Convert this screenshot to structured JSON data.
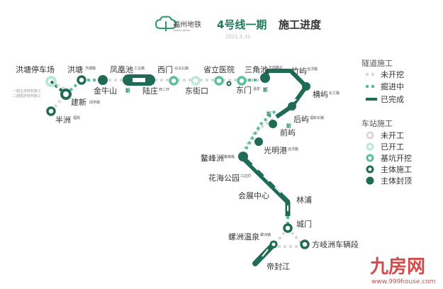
{
  "header": {
    "logo_text": "福州地铁",
    "logo_subtext": "FUZHOU METRO",
    "line_title": "4号线一期",
    "progress_title": "施工进度",
    "date": "2021.1.31"
  },
  "colors": {
    "completed": "#1f6b55",
    "tunneling": "#5cbf9c",
    "not_started": "#d9d9d9",
    "started": "#b9e8d8",
    "pit_excavation": "#5cbf9c",
    "main_structure": "#1f6b55"
  },
  "legend": {
    "tunnel_title": "隧道施工",
    "tunnel_items": [
      {
        "label": "未开挖",
        "status": "not-started"
      },
      {
        "label": "掘进中",
        "status": "tunneling"
      },
      {
        "label": "已完成",
        "status": "completed"
      }
    ],
    "station_title": "车站施工",
    "station_items": [
      {
        "label": "未开工",
        "status": "not-started"
      },
      {
        "label": "已开工",
        "status": "started"
      },
      {
        "label": "基坑开挖",
        "status": "pit-excavation"
      },
      {
        "label": "主体施工",
        "status": "main-structure"
      },
      {
        "label": "主体封顶",
        "status": "capped"
      }
    ]
  },
  "depot_note": [
    "一期主体结构施工",
    "二期围护结构施工"
  ],
  "new_tag": "新",
  "stations": [
    {
      "name": "洪塘停车场",
      "sub": "",
      "status": "started"
    },
    {
      "name": "洪塘",
      "sub": "洪塘路",
      "status": "main-structure"
    },
    {
      "name": "建新",
      "sub": "阔亭路",
      "status": "main-structure"
    },
    {
      "name": "半洲",
      "sub": "福院",
      "status": "main-structure"
    },
    {
      "name": "金牛山",
      "sub": "",
      "status": "capped"
    },
    {
      "name": "凤凰池",
      "sub": "工业路",
      "status": "capped"
    },
    {
      "name": "陆庄",
      "sub": "西二环",
      "status": "capped"
    },
    {
      "name": "西门",
      "sub": "白马北路",
      "status": "pit-excavation"
    },
    {
      "name": "东街口",
      "sub": "",
      "status": "started"
    },
    {
      "name": "省立医院",
      "sub": "",
      "status": "pit-excavation"
    },
    {
      "name": "东门",
      "sub": "温泉",
      "status": "pit-excavation"
    },
    {
      "name": "三角池",
      "sub": "五四路北",
      "status": "capped"
    },
    {
      "name": "竹屿",
      "sub": "远洋路",
      "status": "capped"
    },
    {
      "name": "横屿",
      "sub": "化工路",
      "status": "capped"
    },
    {
      "name": "后屿",
      "sub": "福新东路",
      "status": "capped"
    },
    {
      "name": "前屿",
      "sub": "",
      "status": "capped"
    },
    {
      "name": "光明港",
      "sub": "远洋路",
      "status": "capped"
    },
    {
      "name": "鳌峰洲",
      "sub": "鳌峰路",
      "status": "capped"
    },
    {
      "name": "花海公园",
      "sub": "江边村",
      "status": "capped"
    },
    {
      "name": "会展中心",
      "sub": "",
      "status": "capped"
    },
    {
      "name": "林浦",
      "sub": "",
      "status": "capped"
    },
    {
      "name": "城门",
      "sub": "",
      "status": "main-structure"
    },
    {
      "name": "螺洲温泉",
      "sub": "螺洲镇",
      "status": "main-structure"
    },
    {
      "name": "方岐洲车辆段",
      "sub": "",
      "status": "main-structure"
    },
    {
      "name": "帝封江",
      "sub": "",
      "status": "capped"
    }
  ],
  "watermark": {
    "brand": "九房网",
    "url": "www.999house.com"
  }
}
